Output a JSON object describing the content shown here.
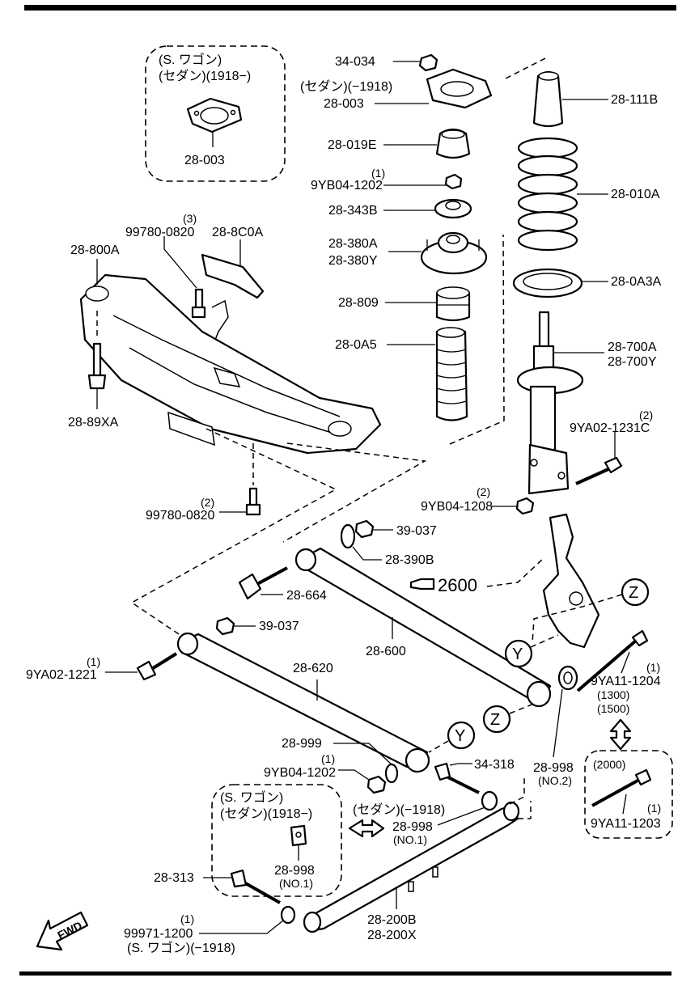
{
  "labels": {
    "p34_034": "34-034",
    "sedan_1918_a": "(セダン)(−1918)",
    "p28_003_top": "28-003",
    "p28_019e": "28-019E",
    "q1_a": "(1)",
    "p9yb04_1202_a": "9YB04-1202",
    "p28_343b": "28-343B",
    "p28_380a": "28-380A",
    "p28_380y": "28-380Y",
    "p28_809": "28-809",
    "p28_0a5": "28-0A5",
    "p28_111b": "28-111B",
    "p28_010a": "28-010A",
    "p28_0a3a": "28-0A3A",
    "p28_700a": "28-700A",
    "p28_700y": "28-700Y",
    "q2_a": "(2)",
    "p9ya02_1231c": "9YA02-1231C",
    "q2_b": "(2)",
    "p9yb04_1208": "9YB04-1208",
    "inset1_line1": "(S. ワゴン)",
    "inset1_line2": "(セダン)(1918−)",
    "inset1_part": "28-003",
    "q3": "(3)",
    "p99780_0820_a": "99780-0820",
    "p28_8c0a": "28-8C0A",
    "p28_800a": "28-800A",
    "p28_89xa": "28-89XA",
    "q2_c": "(2)",
    "p99780_0820_b": "99780-0820",
    "p39_037_a": "39-037",
    "p28_390b": "28-390B",
    "p28_664": "28-664",
    "ref_2600": "2600",
    "p39_037_b": "39-037",
    "p28_600": "28-600",
    "q1_b": "(1)",
    "p9ya02_1221": "9YA02-1221",
    "p28_620": "28-620",
    "q1_c": "(1)",
    "p9ya11_1204": "9YA11-1204",
    "y1300": "(1300)",
    "y1500": "(1500)",
    "p28_999": "28-999",
    "q1_d": "(1)",
    "p9yb04_1202_b": "9YB04-1202",
    "p34_318": "34-318",
    "p28_998_no2": "28-998",
    "no2": "(NO.2)",
    "y2000": "(2000)",
    "q1_e": "(1)",
    "p9ya11_1203": "9YA11-1203",
    "inset2_line1": "(S. ワゴン)",
    "inset2_line2": "(セダン)(1918−)",
    "inset2_part": "28-998",
    "inset2_no": "(NO.1)",
    "sedan_1918_b": "(セダン)(−1918)",
    "p28_998_no1": "28-998",
    "no1": "(NO.1)",
    "p28_313": "28-313",
    "q1_f": "(1)",
    "p99971_1200": "99971-1200",
    "wagon_1918": "(S. ワゴン)(−1918)",
    "p28_200b": "28-200B",
    "p28_200x": "28-200X",
    "fwd": "FWD",
    "circle_z1": "Z",
    "circle_y1": "Y",
    "circle_z2": "Z",
    "circle_y2": "Y"
  }
}
